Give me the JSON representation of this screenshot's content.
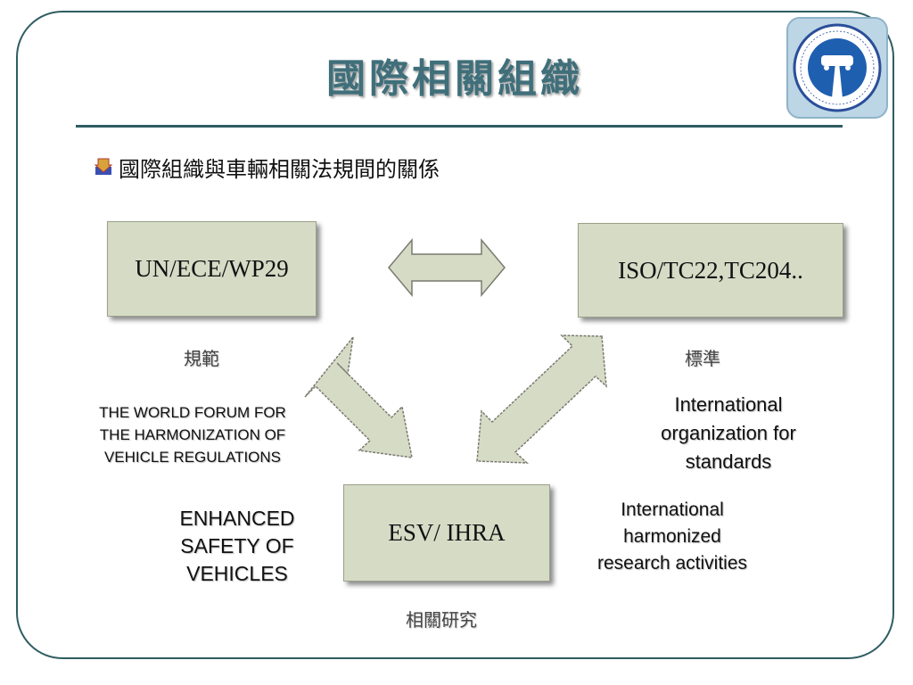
{
  "slide": {
    "title": "國際相關組織",
    "bullet": "國際組織與車輛相關法規間的關係"
  },
  "diagram": {
    "nodes": {
      "un": "UN/ECE/WP29",
      "iso": "ISO/TC22,TC204..",
      "esv": "ESV/ IHRA"
    },
    "labels": {
      "un_role": "規範",
      "iso_role": "標準",
      "esv_role": "相關研究"
    },
    "descriptions": {
      "un": [
        "THE WORLD FORUM FOR",
        "THE HARMONIZATION OF",
        "VEHICLE REGULATIONS"
      ],
      "esv": [
        "ENHANCED",
        "SAFETY OF",
        "VEHICLES"
      ],
      "iso": [
        "International",
        "organization for",
        "standards"
      ],
      "ihra": [
        "International",
        "harmonized",
        "research activities"
      ]
    }
  },
  "colors": {
    "frame": "#2f5d62",
    "title": "#3f6f7a",
    "box_fill": "#d6dbc6",
    "arrow_fill": "#d6dbc6",
    "arrow_stroke": "#7a7a70"
  },
  "icons": {
    "bullet": "down-arrow-bullet-icon",
    "logo": "traffic-accident-research-center-logo"
  }
}
